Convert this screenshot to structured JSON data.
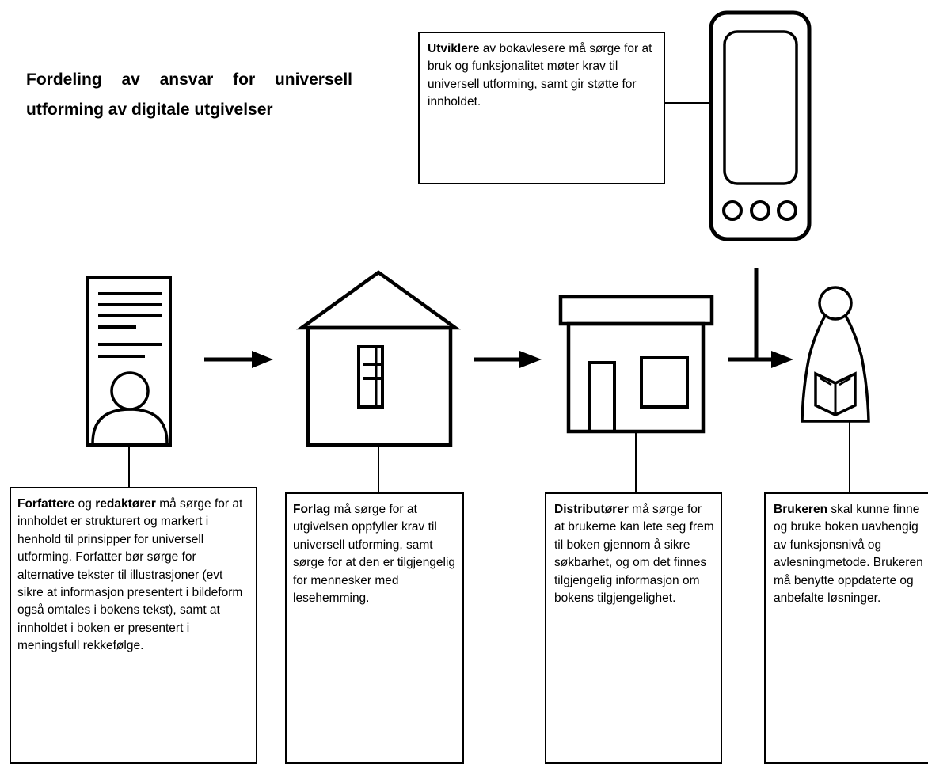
{
  "title": "Fordeling av ansvar for universell utforming av digitale utgivelser",
  "boxes": {
    "developers": {
      "bold": "Utviklere",
      "text": " av bokavlesere må sørge for at bruk og funksjonalitet møter krav til universell utforming, samt gir støtte for innholdet."
    },
    "authors": {
      "bold1": "Forfattere",
      "mid": " og ",
      "bold2": "redaktører",
      "text": " må sørge for at innholdet er strukturert og markert i henhold til prinsipper for universell utforming. Forfatter bør sørge for alternative tekster til illustrasjoner (evt sikre at informasjon presentert i bildeform også omtales i bokens tekst), samt at innholdet i boken er presentert i meningsfull rekkefølge."
    },
    "publishers": {
      "bold": "Forlag",
      "text": " må sørge for at utgivelsen oppfyller krav til universell utforming, samt sørge for at den er tilgjengelig for mennesker med lesehemming."
    },
    "distributors": {
      "bold": "Distributører",
      "text": " må sørge for at brukerne kan lete seg frem til boken gjennom å sikre søkbarhet, og om det finnes tilgjengelig informasjon om bokens tilgjengelighet."
    },
    "user": {
      "bold": "Brukeren",
      "text": " skal kunne finne og bruke boken uavhengig av funksjonsnivå og avlesningmetode. Brukeren må benytte oppdaterte og anbefalte løsninger."
    }
  },
  "icons": [
    "document-person-icon",
    "house-book-icon",
    "store-icon",
    "reader-device-icon",
    "person-reading-icon",
    "arrow-right-icon"
  ]
}
